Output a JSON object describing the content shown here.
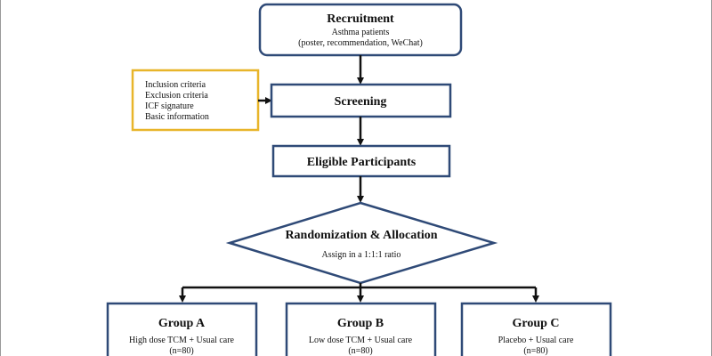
{
  "colors": {
    "box_stroke": "#2f4a77",
    "criteria_stroke": "#e8b52a",
    "arrow": "#111111",
    "text": "#111111"
  },
  "recruitment": {
    "title": "Recruitment",
    "line1": "Asthma patients",
    "line2": "(poster, recommendation, WeChat)"
  },
  "criteria": {
    "items": [
      "Inclusion criteria",
      "Exclusion criteria",
      "ICF signature",
      "Basic information"
    ]
  },
  "screening": {
    "title": "Screening"
  },
  "eligible": {
    "title": "Eligible Participants"
  },
  "randomization": {
    "title": "Randomization & Allocation",
    "subtitle": "Assign in a 1:1:1 ratio"
  },
  "groups": [
    {
      "title": "Group A",
      "treatment": "High dose TCM + Usual care",
      "n": "(n=80)"
    },
    {
      "title": "Group B",
      "treatment": "Low dose TCM + Usual care",
      "n": "(n=80)"
    },
    {
      "title": "Group C",
      "treatment": "Placebo + Usual care",
      "n": "(n=80)"
    }
  ]
}
